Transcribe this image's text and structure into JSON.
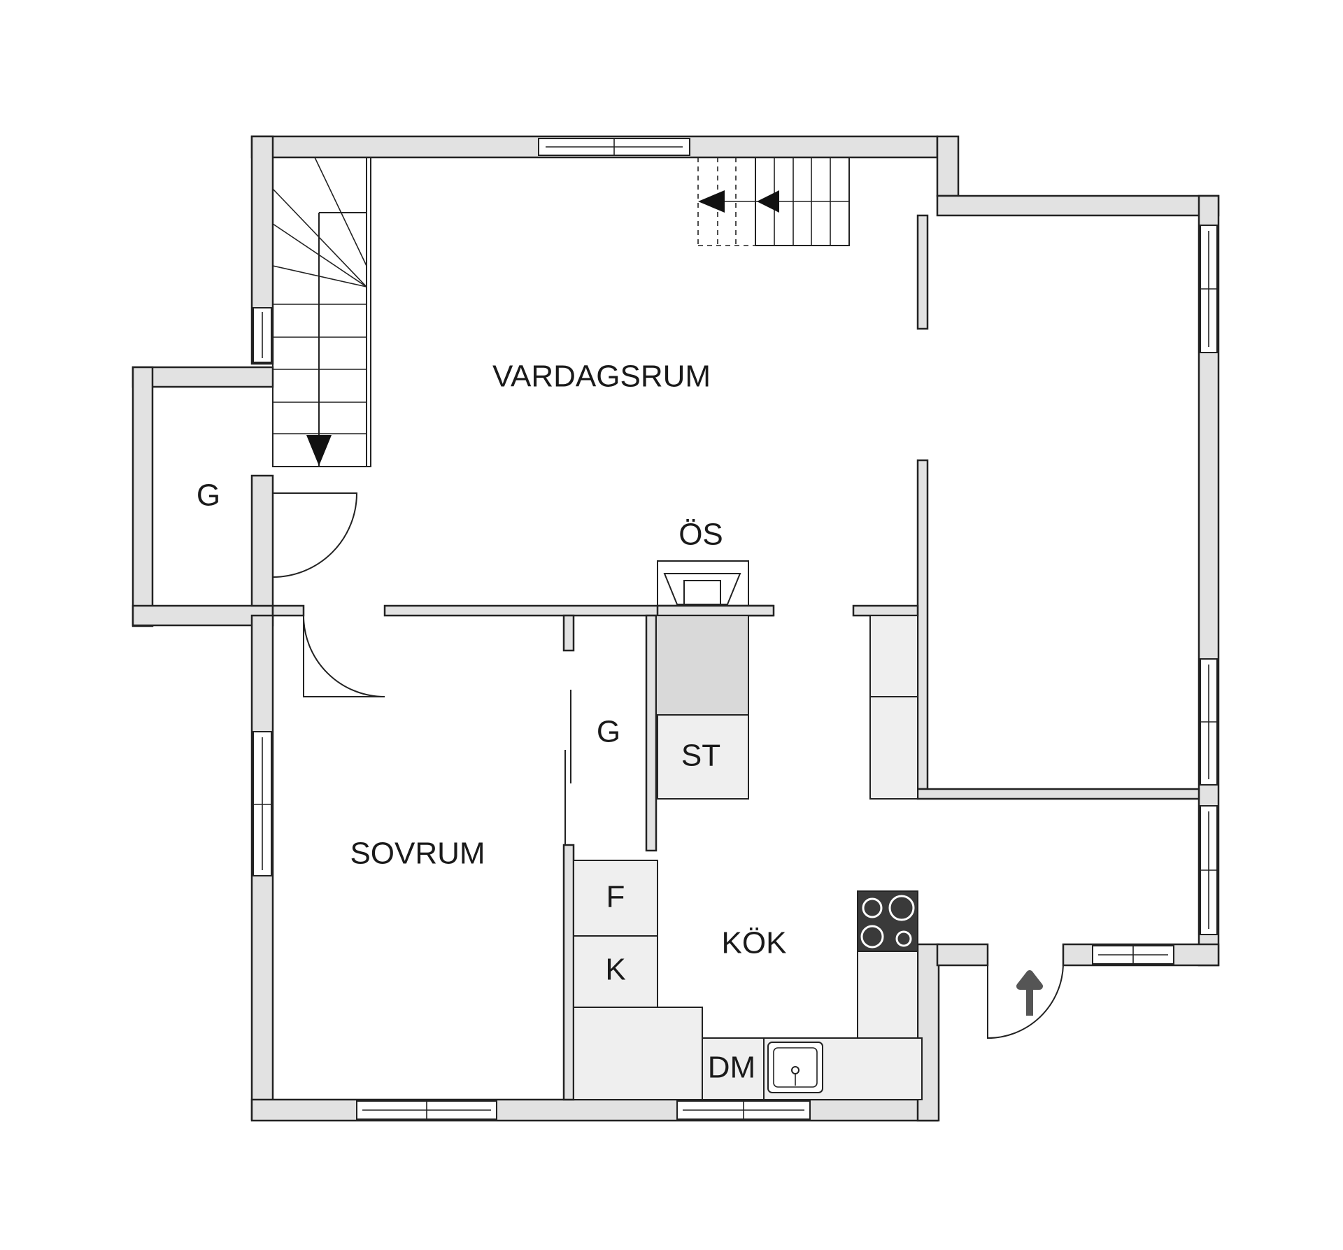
{
  "rooms": {
    "vardagsrum": "VARDAGSRUM",
    "sovrum": "SOVRUM",
    "kok": "KÖK",
    "closet_left": "G",
    "closet_mid": "G"
  },
  "fixtures": {
    "os": "ÖS",
    "st": "ST",
    "f": "F",
    "k": "K",
    "dm": "DM"
  },
  "colors": {
    "wall": "#e2e2e2",
    "fixture": "#efefef",
    "stove": "#3a3a3a",
    "arrow": "#555555"
  }
}
